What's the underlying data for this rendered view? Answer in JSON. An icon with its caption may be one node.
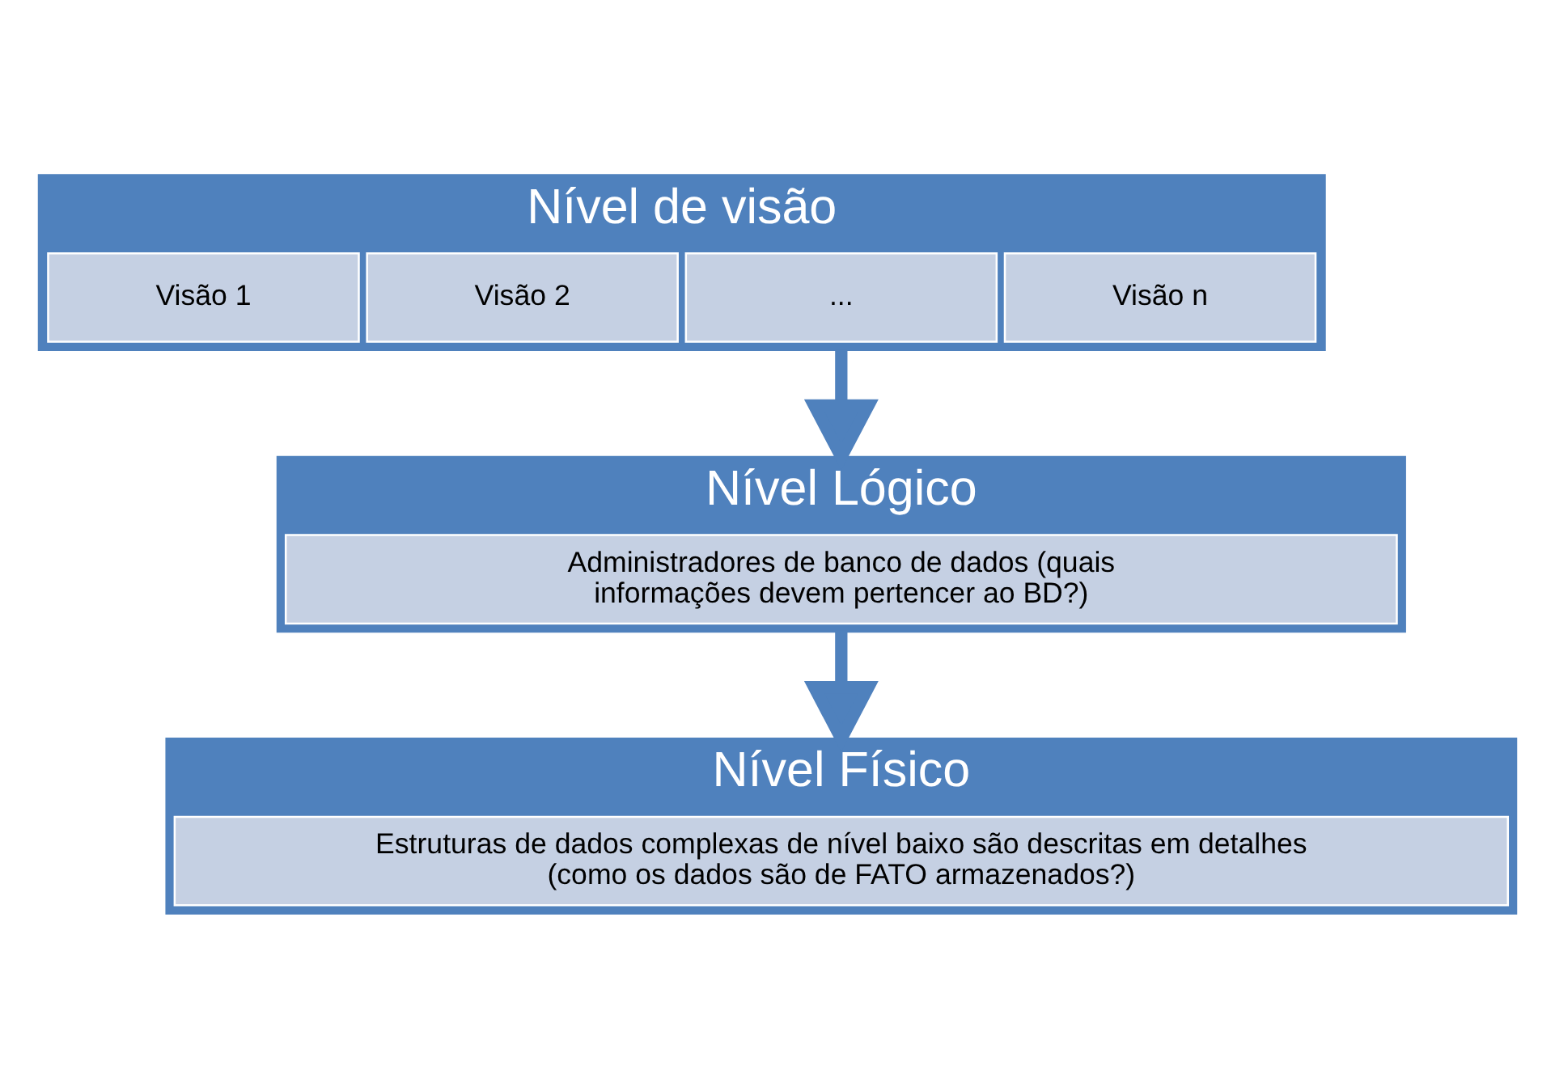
{
  "diagram": {
    "nodes": [
      {
        "text": [
          "Nível de visão"
        ]
      },
      {
        "text": [
          "Visão 1"
        ],
        "in": 0
      },
      {
        "text": [
          "Visão 2"
        ],
        "in": 0
      },
      {
        "text": [
          "..."
        ],
        "in": 0
      },
      {
        "text": [
          "Visão n"
        ],
        "in": 0
      },
      {
        "text": [
          "Nível Lógico"
        ]
      },
      {
        "text": [
          "Administradores de banco de dados (quais informações devem pertencer ao BD?)"
        ],
        "in": 5
      },
      {
        "text": [
          "Nível Físico"
        ]
      },
      {
        "text": [
          "Estruturas de dados complexas de nível baixo são descritas em detalhes (como os dados são de FATO armazenados?)"
        ],
        "in": 7
      }
    ],
    "edges": [
      {
        "from": 0,
        "to": 5,
        "arrow": "to"
      },
      {
        "from": 5,
        "to": 7,
        "arrow": "to"
      }
    ]
  }
}
